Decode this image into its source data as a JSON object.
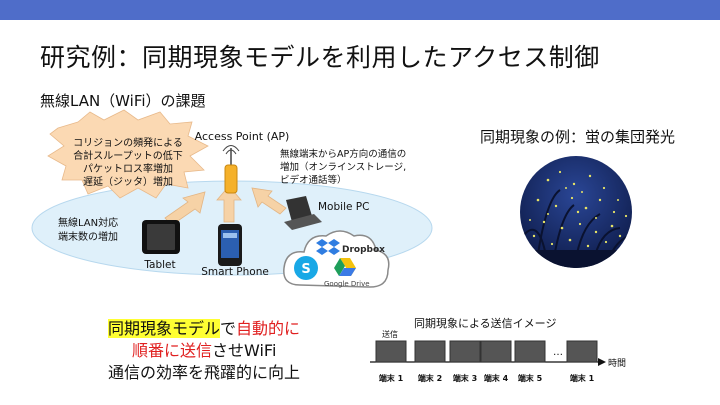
{
  "slide": {
    "title": "研究例：同期現象モデルを利用したアクセス制御",
    "subtitle": "無線LAN（WiFi）の課題"
  },
  "diagram": {
    "problem_lines": [
      "コリジョンの頻発による",
      "合計スループットの低下",
      "パケットロス率増加",
      "遅延（ジッタ）増加"
    ],
    "ap_label": "Access Point (AP)",
    "traffic_lines": [
      "無線端末からAP方向の通信の",
      "増加（オンラインストレージ,",
      "ビデオ通話等）"
    ],
    "terminals_lines": [
      "無線LAN対応",
      "端末数の増加"
    ],
    "tablet_label": "Tablet",
    "smartphone_label": "Smart Phone",
    "mobilepc_label": "Mobile PC",
    "cloud_services": [
      "Dropbox",
      "Google Drive"
    ]
  },
  "sync_example": {
    "heading": "同期現象の例：蛍の集団発光"
  },
  "summary": {
    "part1_highlight": "同期現象モデル",
    "part2": "で",
    "part3_red": "自動的に",
    "part4_red": "順番に送信",
    "part5": "させWiFi",
    "line3": "通信の効率を飛躍的に向上"
  },
  "timeline": {
    "heading": "同期現象による送信イメージ",
    "send_label": "送信",
    "ellipsis": "…",
    "time_label": "時間",
    "terminals": [
      "端末 1",
      "端末 2",
      "端末 3",
      "端末 4",
      "端末 5",
      "端末 1"
    ]
  },
  "colors": {
    "topbar": "#4f6dc9",
    "ellipse": "#dff0fa",
    "arrow": "#f6d2a6",
    "starburst": "#fbd9b3",
    "ap": "#f5b12a",
    "highlight": "#ffff33",
    "red": "#e02020",
    "night": "#1b2f6e"
  }
}
